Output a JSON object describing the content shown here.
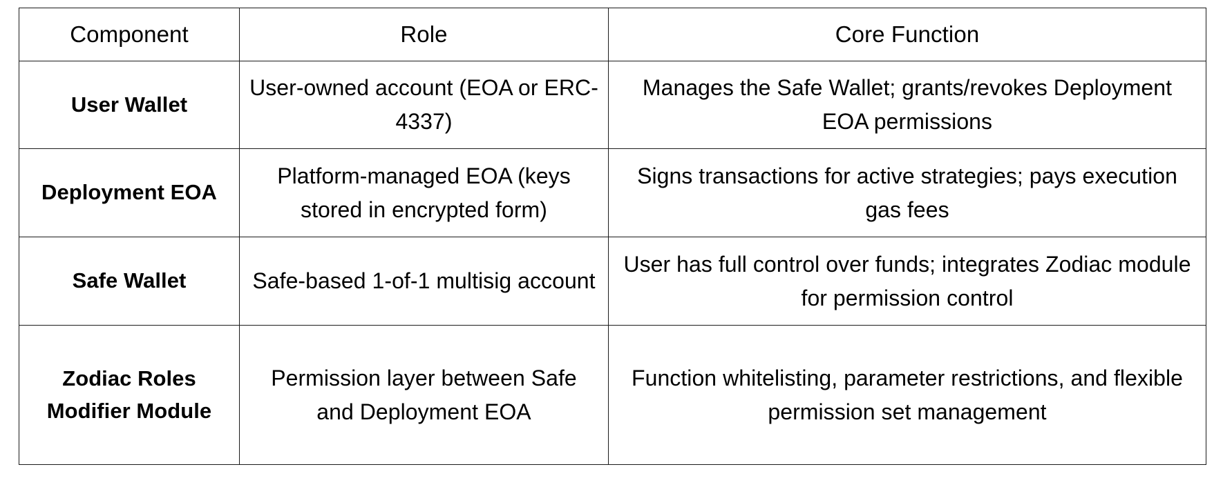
{
  "table": {
    "columns": [
      {
        "key": "component",
        "label": "Component"
      },
      {
        "key": "role",
        "label": "Role"
      },
      {
        "key": "core_function",
        "label": "Core Function"
      }
    ],
    "rows": [
      {
        "component": "User Wallet",
        "role": "User-owned account (EOA or ERC-4337)",
        "core_function": "Manages the Safe Wallet; grants/revokes Deployment EOA permissions"
      },
      {
        "component": "Deployment EOA",
        "role": "Platform-managed EOA (keys stored in encrypted form)",
        "core_function": "Signs transactions for active strategies; pays execution gas fees"
      },
      {
        "component": "Safe Wallet",
        "role": "Safe-based 1-of-1 multisig account",
        "core_function": "User has full control over funds; integrates Zodiac module for permission control"
      },
      {
        "component": "Zodiac Roles Modifier Module",
        "role": "Permission layer between Safe and Deployment EOA",
        "core_function": "Function whitelisting, parameter restrictions, and flexible permission set management"
      }
    ]
  },
  "style": {
    "border_color": "#1a1a1a",
    "text_color": "#000000",
    "background": "#ffffff"
  }
}
